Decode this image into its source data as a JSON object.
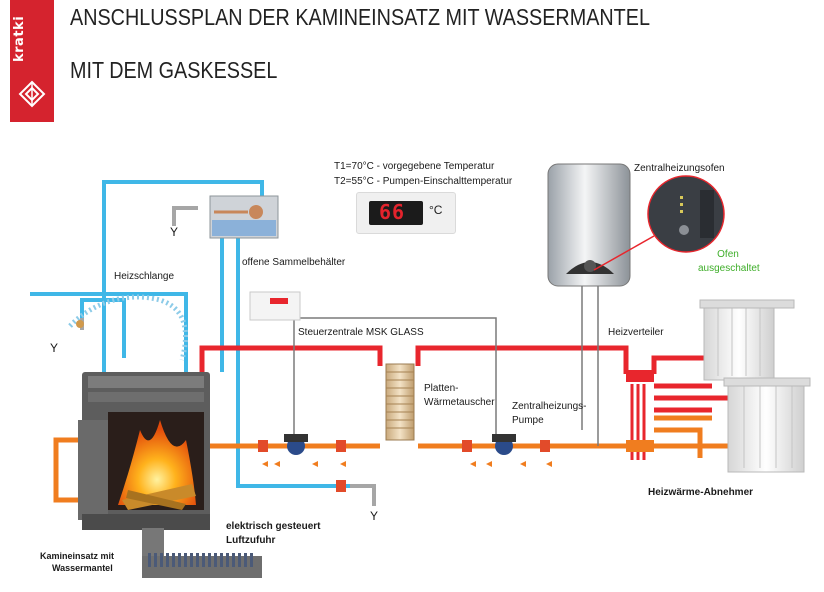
{
  "brand": {
    "logo_text": "kratki"
  },
  "title": {
    "line1": "ANSCHLUSSPLAN DER KAMINEINSATZ MIT WASSERMANTEL",
    "line2": "MIT DEM GASKESSEL"
  },
  "temperatures": {
    "t1": "T1=70°C - vorgegebene Temperatur",
    "t2": "T2=55°C - Pumpen-Einschalttemperatur",
    "display_value": "66",
    "display_unit": "°C"
  },
  "labels": {
    "heizschlange": "Heizschlange",
    "sammelbehaelter": "offene Sammelbehälter",
    "steuerzentrale": "Steuerzentrale MSK GLASS",
    "platten_1": "Platten-",
    "platten_2": "Wärmetauscher",
    "zentral_pumpe_1": "Zentralheizungs-",
    "zentral_pumpe_2": "Pumpe",
    "heizverteiler": "Heizverteiler",
    "zentralheizungsofen": "Zentralheizungsofen",
    "ofen_1": "Ofen",
    "ofen_2": "ausgeschaltet",
    "heizwaerme": "Heizwärme-Abnehmer",
    "luftzufuhr_1": "elektrisch gesteuert",
    "luftzufuhr_2": "Luftzufuhr",
    "kamin_1": "Kamineinsatz mit",
    "kamin_2": "Wassermantel",
    "y": "Y"
  },
  "colors": {
    "hot": "#e8262d",
    "warm": "#f07d1f",
    "cold": "#3fb7e7",
    "brand": "#d5232e",
    "off": "#3fae2a"
  }
}
